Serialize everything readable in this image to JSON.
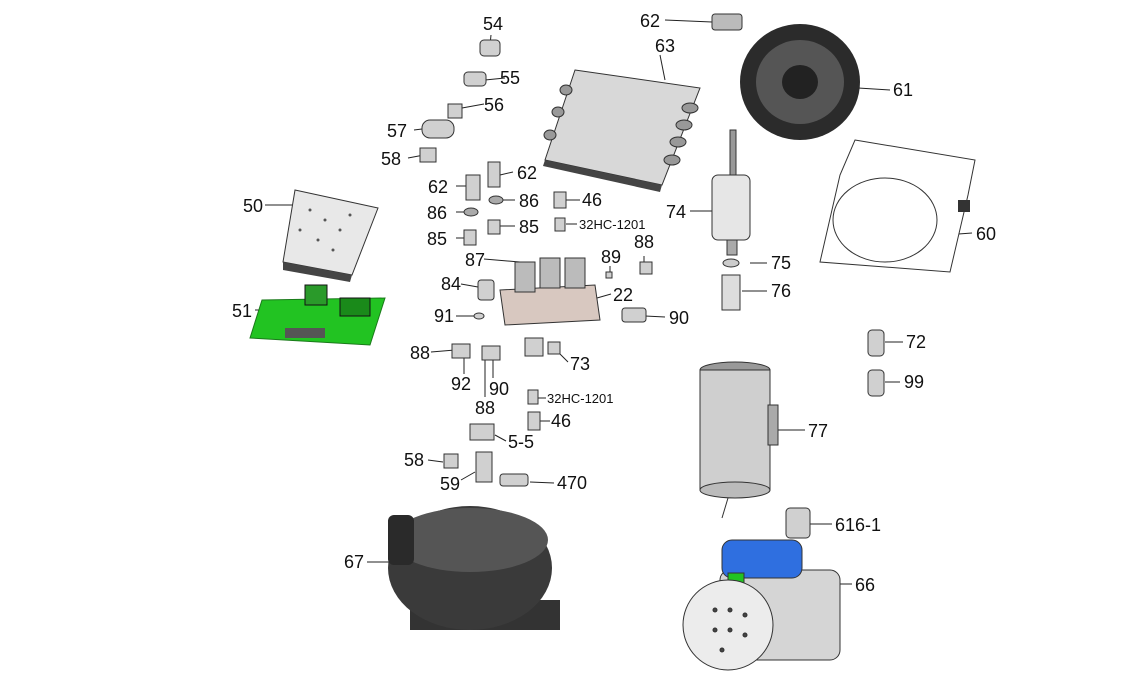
{
  "labels": {
    "l54": "54",
    "l55": "55",
    "l56": "56",
    "l57": "57",
    "l58a": "58",
    "l62a": "62",
    "l62b": "62",
    "l86a": "86",
    "l86b": "86",
    "l46a": "46",
    "l85a": "85",
    "l85b": "85",
    "l32a": "32HC-1201",
    "l87": "87",
    "l89": "89",
    "l88a": "88",
    "l84": "84",
    "l22": "22",
    "l91": "91",
    "l90a": "90",
    "l88b": "88",
    "l92": "92",
    "l90b": "90",
    "l88c": "88",
    "l73": "73",
    "l32b": "32HC-1201",
    "l46b": "46",
    "l55b": "5-5",
    "l58b": "58",
    "l59": "59",
    "l470": "470",
    "l67": "67",
    "l50": "50",
    "l51": "51",
    "l62c": "62",
    "l63": "63",
    "l61": "61",
    "l60": "60",
    "l74": "74",
    "l75": "75",
    "l76": "76",
    "l72": "72",
    "l99": "99",
    "l77": "77",
    "l616": "616-1",
    "l66": "66"
  },
  "colors": {
    "pcb": "#22c322",
    "pump_motor": "#2f6fe0",
    "part": "#b8b8b8",
    "dark": "#3a3a3a"
  }
}
